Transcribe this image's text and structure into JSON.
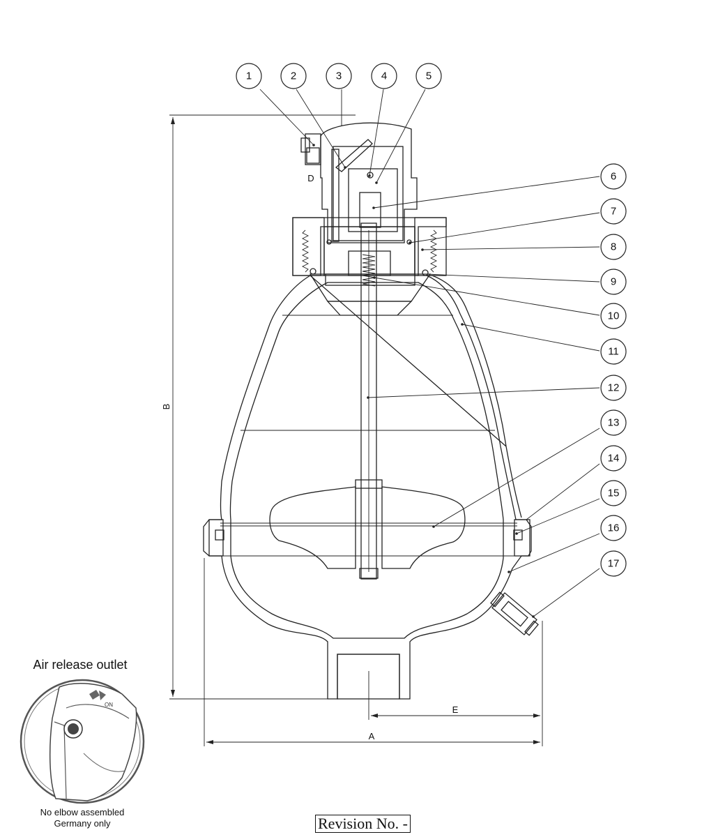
{
  "balloons": [
    "1",
    "2",
    "3",
    "4",
    "5",
    "6",
    "7",
    "8",
    "9",
    "10",
    "11",
    "12",
    "13",
    "14",
    "15",
    "16",
    "17"
  ],
  "dimensions": {
    "a": "A",
    "b": "B",
    "e": "E",
    "d": "D"
  },
  "inset": {
    "title": "Air release outlet",
    "note_line1": "No elbow assembled",
    "note_line2": "Germany only"
  },
  "revision": "Revision No. -"
}
